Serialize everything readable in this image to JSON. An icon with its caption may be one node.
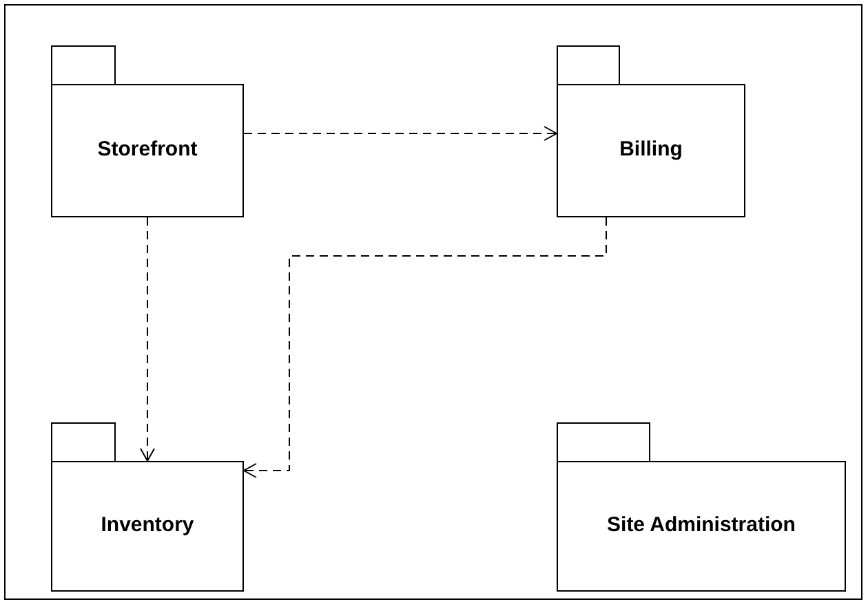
{
  "diagram": {
    "nodes": [
      {
        "text": [
          "Storefront"
        ]
      },
      {
        "text": [
          "Billing"
        ]
      },
      {
        "text": [
          "Inventory"
        ]
      },
      {
        "text": [
          "Site Administration"
        ]
      }
    ],
    "edges": [
      {
        "from": 0,
        "to": 1,
        "arrow": "to",
        "style": "dashed"
      },
      {
        "from": 0,
        "to": 2,
        "arrow": "to",
        "style": "dashed"
      },
      {
        "from": 1,
        "to": 2,
        "arrow": "to",
        "style": "dashed"
      }
    ]
  }
}
